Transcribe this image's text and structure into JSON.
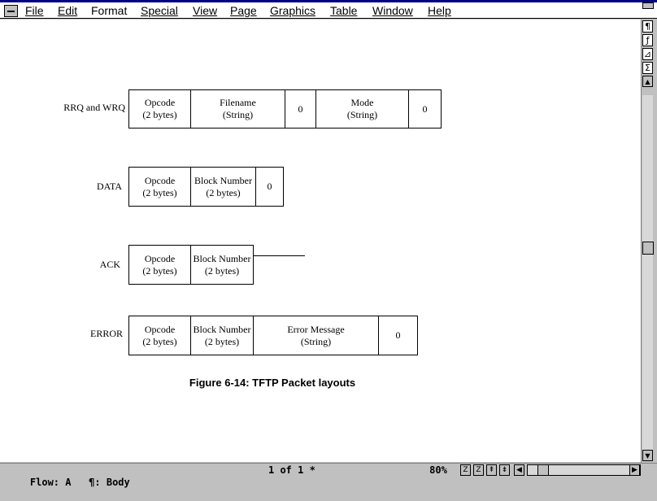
{
  "menu": {
    "items": [
      {
        "label": "File"
      },
      {
        "label": "Edit"
      },
      {
        "label": "Format"
      },
      {
        "label": "Special"
      },
      {
        "label": "View"
      },
      {
        "label": "Page"
      },
      {
        "label": "Graphics"
      },
      {
        "label": "Table"
      },
      {
        "label": "Window"
      },
      {
        "label": "Help"
      }
    ]
  },
  "toolbar": {
    "pilcrow_icon": "¶",
    "function_icon": "ƒ",
    "angle_icon": "⊿",
    "sigma_icon": "Σ",
    "up_arrow": "▲"
  },
  "document": {
    "packets": [
      {
        "label": "RRQ and WRQ",
        "fields": [
          {
            "line1": "Opcode",
            "line2": "(2 bytes)"
          },
          {
            "line1": "Filename",
            "line2": "(String)"
          },
          {
            "line1": "0",
            "line2": ""
          },
          {
            "line1": "Mode",
            "line2": "(String)"
          },
          {
            "line1": "0",
            "line2": ""
          }
        ]
      },
      {
        "label": "DATA",
        "fields": [
          {
            "line1": "Opcode",
            "line2": "(2 bytes)"
          },
          {
            "line1": "Block Number",
            "line2": "(2 bytes)"
          },
          {
            "line1": "0",
            "line2": ""
          }
        ]
      },
      {
        "label": "ACK",
        "fields": [
          {
            "line1": "Opcode",
            "line2": "(2 bytes)"
          },
          {
            "line1": "Block Number",
            "line2": "(2 bytes)"
          }
        ]
      },
      {
        "label": "ERROR",
        "fields": [
          {
            "line1": "Opcode",
            "line2": "(2 bytes)"
          },
          {
            "line1": "Block Number",
            "line2": "(2 bytes)"
          },
          {
            "line1": "Error Message",
            "line2": "(String)"
          },
          {
            "line1": "0",
            "line2": ""
          }
        ]
      }
    ],
    "caption": "Figure 6-14: TFTP Packet layouts"
  },
  "status": {
    "flow": "Flow: A",
    "paragraph": "¶: Body",
    "page": "1 of 1 *",
    "zoom": "80%",
    "z_label": "Z"
  }
}
